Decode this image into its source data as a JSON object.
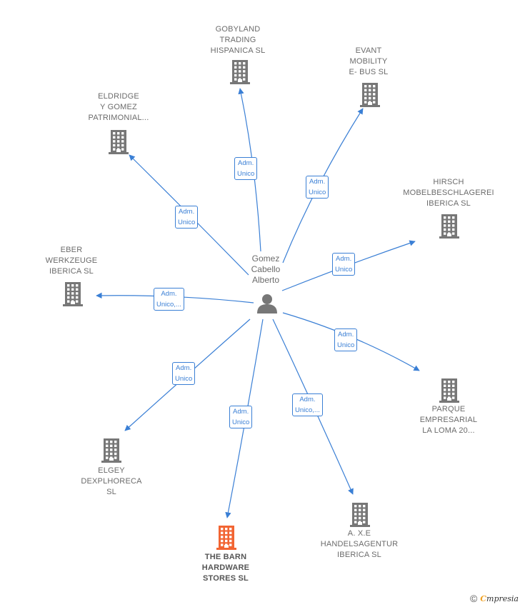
{
  "center": {
    "label": "Gomez\nCabello\nAlberto",
    "icon": "person-icon",
    "color": "#777777"
  },
  "colors": {
    "edge": "#3a7fd5",
    "building": "#777777",
    "highlight": "#f26533"
  },
  "nodes": [
    {
      "id": "gobyland",
      "label": "GOBYLAND\nTRADING\nHISPANICA  SL",
      "edge_label": "Adm.\nUnico"
    },
    {
      "id": "evant",
      "label": "EVANT\nMOBILITY\nE- BUS  SL",
      "edge_label": "Adm.\nUnico"
    },
    {
      "id": "eldridge",
      "label": "ELDRIDGE\nY GOMEZ\nPATRIMONIAL...",
      "edge_label": "Adm.\nUnico"
    },
    {
      "id": "hirsch",
      "label": "HIRSCH\nMOBELBESCHLAGEREI\nIBERICA  SL",
      "edge_label": "Adm.\nUnico"
    },
    {
      "id": "eber",
      "label": "EBER\nWERKZEUGE\nIBERICA  SL",
      "edge_label": "Adm.\nUnico,..."
    },
    {
      "id": "parque",
      "label": "PARQUE\nEMPRESARIAL\nLA LOMA 20...",
      "edge_label": "Adm.\nUnico"
    },
    {
      "id": "elgey",
      "label": "ELGEY\nDEXPLHORECA\nSL",
      "edge_label": "Adm.\nUnico"
    },
    {
      "id": "axe",
      "label": "A. X.E\nHANDELSAGENTUR\nIBERICA  SL",
      "edge_label": "Adm.\nUnico,..."
    },
    {
      "id": "barn",
      "label": "THE BARN\nHARDWARE\nSTORES  SL",
      "edge_label": "Adm.\nUnico",
      "highlight": true
    }
  ],
  "footer": {
    "copyright": "©",
    "brand_first": "C",
    "brand_rest": "mpresia"
  }
}
